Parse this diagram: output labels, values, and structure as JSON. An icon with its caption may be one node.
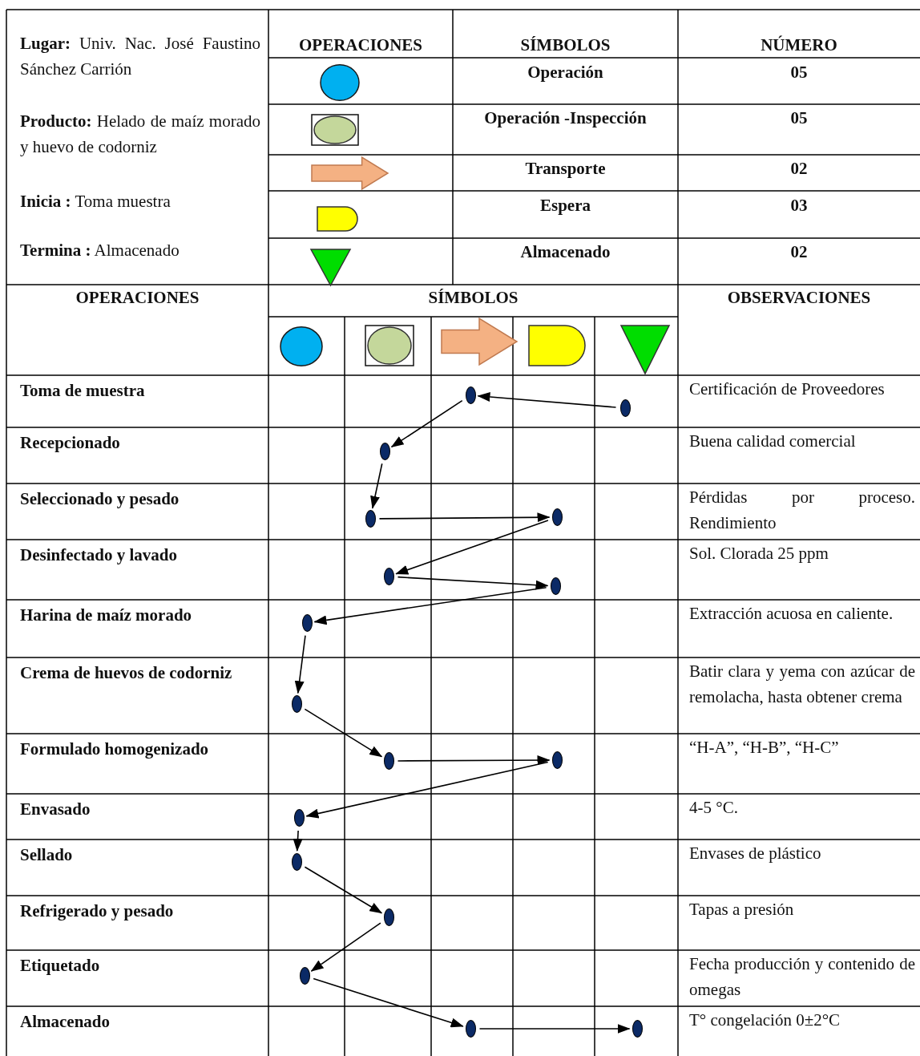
{
  "diagram": {
    "nodes": [
      {
        "text": [],
        "shape": "circle"
      },
      {
        "text": [],
        "shape": "circle"
      },
      {
        "text": [],
        "shape": "circle"
      },
      {
        "text": [],
        "shape": "circle"
      },
      {
        "text": [],
        "shape": "circle"
      },
      {
        "text": [],
        "shape": "circle"
      },
      {
        "text": [],
        "shape": "circle"
      },
      {
        "text": [],
        "shape": "circle"
      },
      {
        "text": [],
        "shape": "circle"
      },
      {
        "text": [],
        "shape": "circle"
      },
      {
        "text": [],
        "shape": "circle"
      },
      {
        "text": [],
        "shape": "circle"
      },
      {
        "text": [],
        "shape": "circle"
      },
      {
        "text": [],
        "shape": "circle"
      },
      {
        "text": [],
        "shape": "circle"
      },
      {
        "text": [],
        "shape": "circle"
      },
      {
        "text": [],
        "shape": "circle"
      }
    ],
    "edges": [
      {
        "from": 0,
        "to": 1,
        "arrow": "to"
      },
      {
        "from": 1,
        "to": 2,
        "arrow": "to"
      },
      {
        "from": 2,
        "to": 3,
        "arrow": "to"
      },
      {
        "from": 3,
        "to": 4,
        "arrow": "to"
      },
      {
        "from": 4,
        "to": 5,
        "arrow": "to"
      },
      {
        "from": 5,
        "to": 6,
        "arrow": "to"
      },
      {
        "from": 6,
        "to": 7,
        "arrow": "to"
      },
      {
        "from": 7,
        "to": 8,
        "arrow": "to"
      },
      {
        "from": 8,
        "to": 9,
        "arrow": "to"
      },
      {
        "from": 9,
        "to": 10,
        "arrow": "to"
      },
      {
        "from": 10,
        "to": 11,
        "arrow": "to"
      },
      {
        "from": 11,
        "to": 12,
        "arrow": "to"
      },
      {
        "from": 12,
        "to": 13,
        "arrow": "to"
      },
      {
        "from": 13,
        "to": 14,
        "arrow": "to"
      },
      {
        "from": 14,
        "to": 15,
        "arrow": "to"
      },
      {
        "from": 15,
        "to": 16,
        "arrow": "to"
      }
    ],
    "labels": [
      "**Lugar:** Univ. Nac. José Faustino Sánchez Carrión",
      "OPERACIONES",
      "SÍMBOLOS",
      "NÚMERO",
      "Operación",
      "05",
      "**Producto:** Helado de maíz morado y huevo de codorniz",
      "Operación -Inspección",
      "05",
      "Transporte",
      "02",
      "**Inicia :** Toma muestra",
      "Espera",
      "03",
      "**Termina :** Almacenado",
      "Almacenado",
      "02",
      "OPERACIONES",
      "SÍMBOLOS",
      "OBSERVACIONES",
      "Toma de muestra",
      "Certificación de Proveedores",
      "Recepcionado",
      "Buena calidad comercial",
      "Seleccionado y pesado",
      "Pérdidas por proceso. Rendimiento",
      "Desinfectado y lavado",
      "Sol. Clorada 25 ppm",
      "Harina de maíz morado",
      "Extracción acuosa en caliente.",
      "Crema de huevos de codorniz",
      "Batir clara y yema con azúcar de remolacha, hasta obtener crema",
      "Formulado homogenizado",
      "“H-A”, “H-B”, “H-C”",
      "Envasado",
      "4-5 °C.",
      "Sellado",
      "Envases de plástico",
      "Refrigerado y pesado",
      "Tapas a presión",
      "Etiquetado",
      "Fecha producción y contenido de omegas",
      "Almacenado",
      "T° congelación 0±2°C"
    ]
  }
}
